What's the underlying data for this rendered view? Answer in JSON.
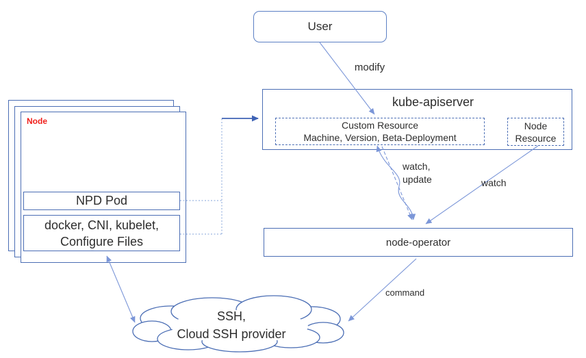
{
  "colors": {
    "box_border": "#4a6db4",
    "arrow": "#7b96d8",
    "dotted": "#9ab4e0",
    "strong_arrow": "#3f63b5",
    "node_label_red": "#f0201c",
    "text": "#2d2d2d"
  },
  "nodes": {
    "user": "User",
    "apiserver_title": "kube-apiserver",
    "custom_resource_line1": "Custom Resource",
    "custom_resource_line2": "Machine, Version, Beta-Deployment",
    "node_resource_line1": "Node",
    "node_resource_line2": "Resource",
    "node_stack_label": "Node",
    "npd_pod": "NPD Pod",
    "node_components_line1": "docker, CNI, kubelet,",
    "node_components_line2": "Configure Files",
    "node_operator": "node-operator",
    "cloud_line1": "SSH,",
    "cloud_line2": "Cloud SSH provider"
  },
  "edges": {
    "modify": "modify",
    "watch_update_line1": "watch,",
    "watch_update_line2": "update",
    "watch": "watch",
    "command": "command"
  }
}
